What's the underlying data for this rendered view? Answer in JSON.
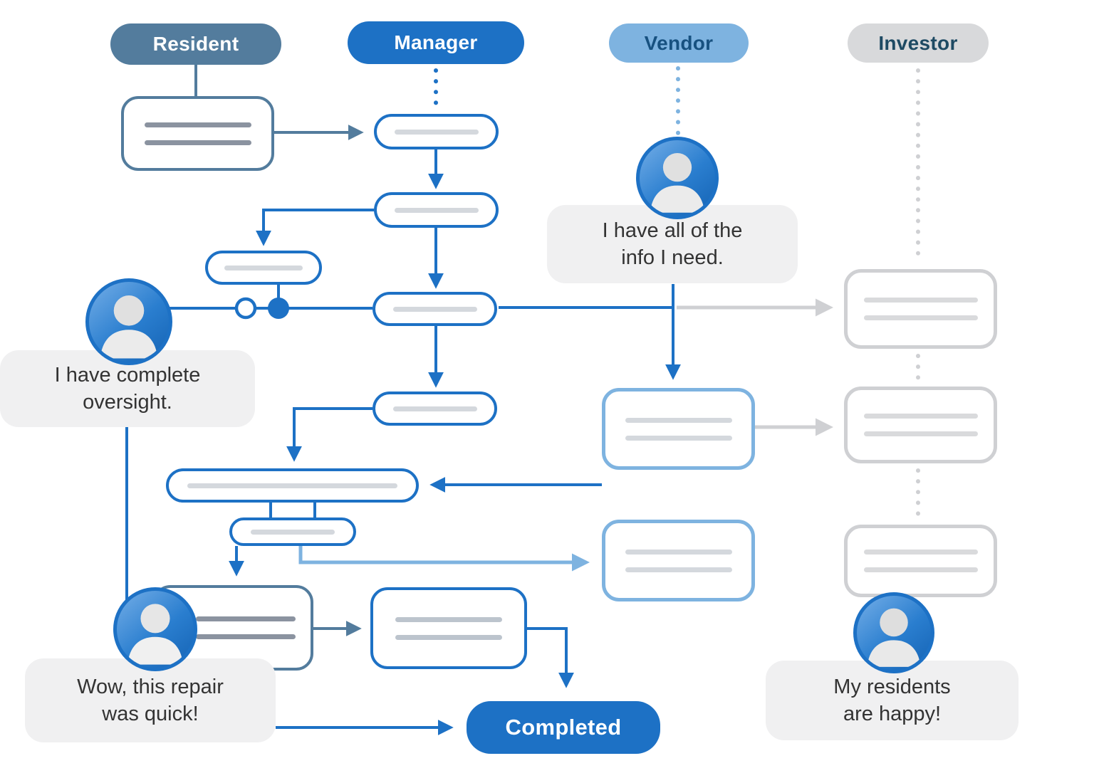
{
  "colors": {
    "resident-slate": "#537c9d",
    "manager-blue": "#1d71c5",
    "vendor-blue": "#7eb3e0",
    "investor-gray": "#cfd0d3",
    "investor-pill-bg": "#d8d9db",
    "vendor-label": "#175180",
    "investor-label": "#1e4a63",
    "bubble-bg": "#f0f0f1",
    "bubble-text": "#333333",
    "node-bg": "#ffffff",
    "ph-light": "#d4d8dd",
    "ph-medium": "#8b93a0"
  },
  "lanes": {
    "resident": {
      "label": "Resident"
    },
    "manager": {
      "label": "Manager"
    },
    "vendor": {
      "label": "Vendor"
    },
    "investor": {
      "label": "Investor"
    }
  },
  "bubbles": {
    "vendor": {
      "text": "I have all of the info I need."
    },
    "oversight": {
      "text": "I have complete oversight."
    },
    "repair": {
      "text": "Wow, this repair was quick!"
    },
    "investor": {
      "text": "My residents are happy!"
    }
  },
  "completed": {
    "label": "Completed"
  },
  "avatars": [
    {
      "name": "vendor-avatar"
    },
    {
      "name": "manager-avatar"
    },
    {
      "name": "resident-avatar"
    },
    {
      "name": "investor-avatar"
    }
  ]
}
